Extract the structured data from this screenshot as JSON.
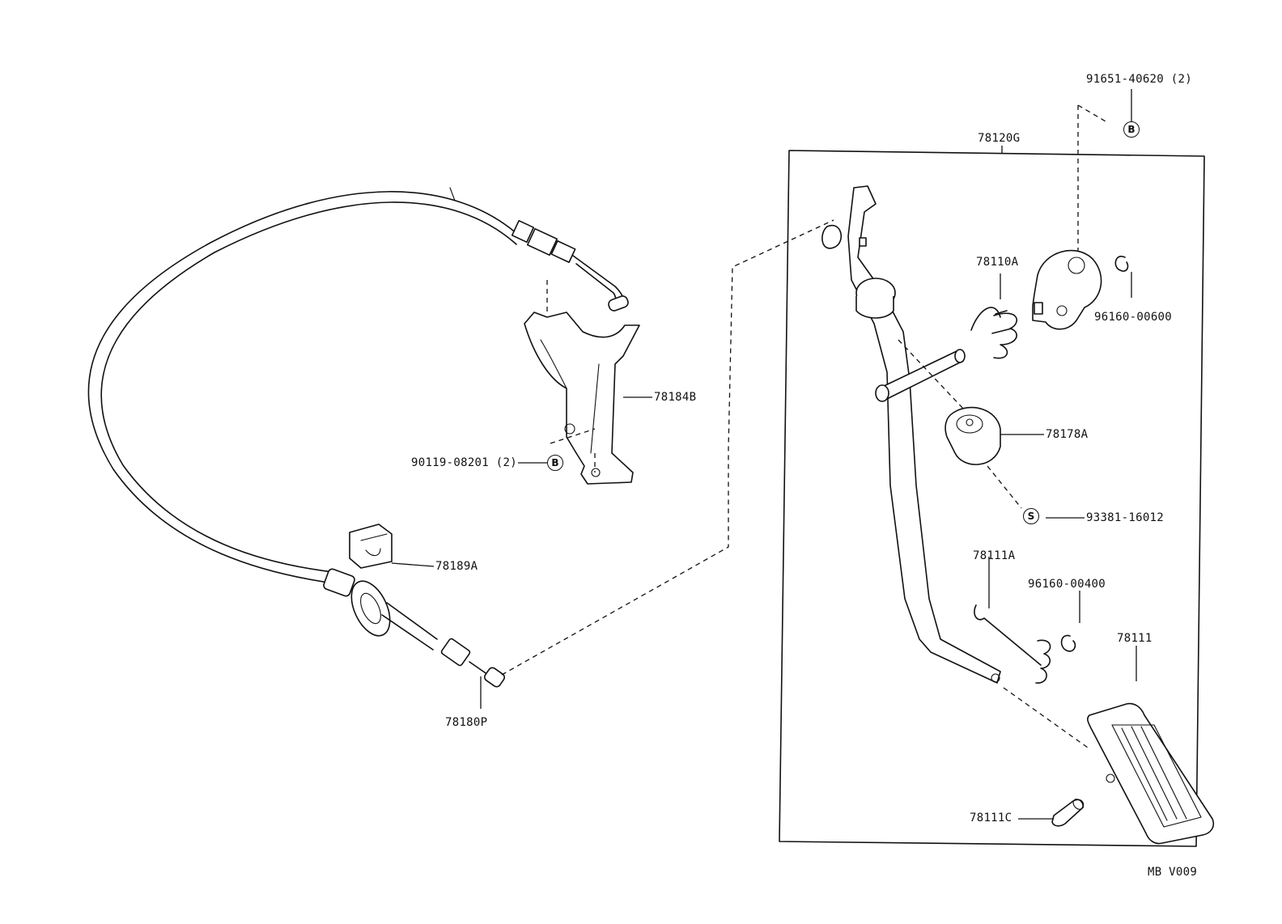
{
  "diagram_code": "MB  V009",
  "assembly_label": "78120G",
  "parts": {
    "bolt_top_right": "91651-40620 (2)",
    "spring_upper": "78110A",
    "clip_upper": "96160-00600",
    "bracket": "78184B",
    "bolt_bracket": "90119-08201 (2)",
    "bushing": "78178A",
    "grease": "93381-16012",
    "clamp": "78189A",
    "spring_lower": "78111A",
    "clip_lower": "96160-00400",
    "pedal_pad": "78111",
    "cable": "78180P",
    "pin": "78111C"
  },
  "badges": {
    "bolt_b": "B",
    "bolt_b2": "B",
    "grease_s": "S"
  }
}
